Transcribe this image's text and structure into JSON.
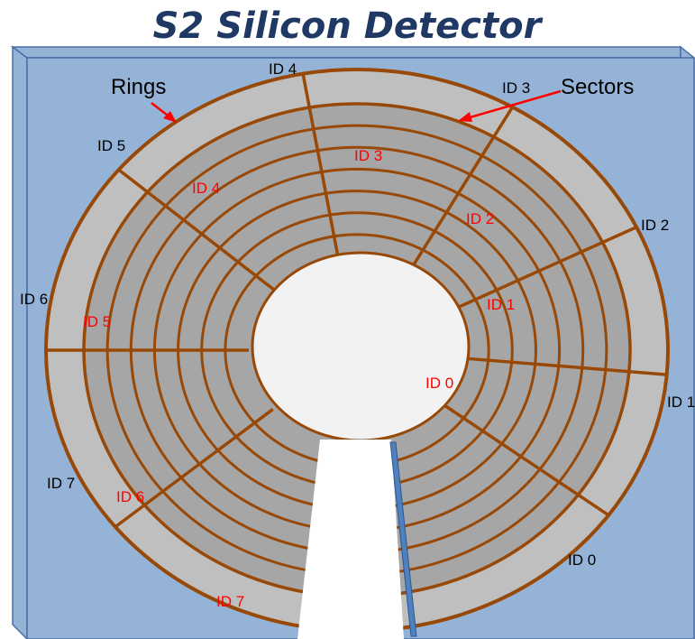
{
  "title": "S2 Silicon Detector",
  "annotations": {
    "rings": "Rings",
    "sectors": "Sectors"
  },
  "outer_ids": [
    "ID 0",
    "ID 1",
    "ID 2",
    "ID 3",
    "ID 4",
    "ID 5",
    "ID 6",
    "ID 7"
  ],
  "inner_ids": [
    "ID 0",
    "ID 1",
    "ID 2",
    "ID 3",
    "ID 4",
    "ID 5",
    "ID 6",
    "ID 7"
  ],
  "colors": {
    "title": "#1f3864",
    "board": "#95b3d7",
    "board_edge": "#4a6fa5",
    "ring_fill": "#a6a6a6",
    "ring_outer_fill": "#bfbfbf",
    "stroke": "#984807",
    "hole": "#f2f2f2",
    "arrow": "#ff0000",
    "inner_id_text": "#ff0000",
    "outer_id_text": "#000000"
  }
}
